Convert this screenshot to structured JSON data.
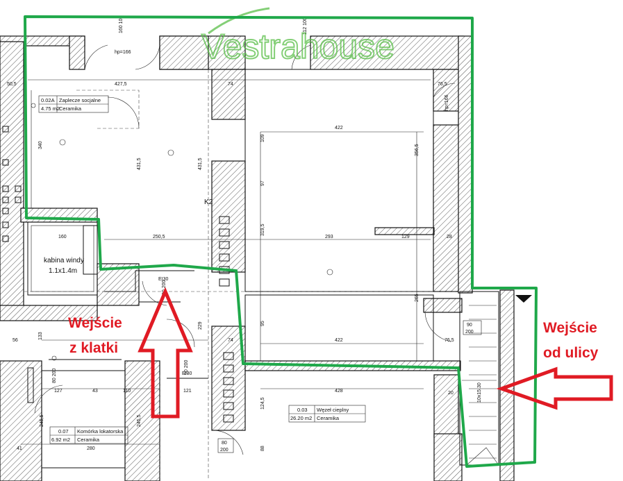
{
  "logo": {
    "text": "Vestrahouse",
    "color": "#5bbf4a"
  },
  "rooms": [
    {
      "id": "0.02A",
      "name": "Zaplecze socjalne",
      "area": "4.75 m2",
      "floor": "Ceramika"
    },
    {
      "id": "0.07",
      "name": "Komórka lokatorska",
      "area": "6.92 m2",
      "floor": "Ceramika"
    },
    {
      "id": "0.03",
      "name": "Węzeł cieplny",
      "area": "26.20 m2",
      "floor": "Ceramika"
    }
  ],
  "labels": {
    "elevator_line1": "kabina windy",
    "elevator_line2": "1.1x1.4m",
    "k2": "K2",
    "ei30_a": "EI30",
    "ei30_b": "EI30",
    "hp_a": "hp=166",
    "hp_b": "hp=166",
    "stairs": "10x15.30"
  },
  "annotations": {
    "from_staircase_line1": "Wejście",
    "from_staircase_line2": "z klatki",
    "from_street_line1": "Wejście",
    "from_street_line2": "od ulicy",
    "annotation_color": "#e01b24",
    "route_color": "#1fa84a"
  },
  "dimensions": {
    "d_160_100": "160 100",
    "d_112_100": "112 100",
    "d_50_5": "50,5",
    "d_427_5": "427,5",
    "d_74": "74",
    "d_76_5": "76,5",
    "d_422_top": "422",
    "d_340": "340",
    "d_431_5a": "431,5",
    "d_431_5b": "431,5",
    "d_109": "109",
    "d_97": "97",
    "d_356_5": "356,5",
    "d_319_5": "319,5",
    "d_160": "160",
    "d_250_5": "250,5",
    "d_293": "293",
    "d_129": "129",
    "d_28": "28",
    "d_95": "95",
    "d_265": "265",
    "d_422_bot": "422",
    "d_90_200a": "90",
    "d_90_200b": "200",
    "d_76_5b": "76,5",
    "d_56": "56",
    "d_133": "133",
    "d_229": "229",
    "d_74b": "74",
    "d_127": "127",
    "d_43": "43",
    "d_110": "110",
    "d_121": "121",
    "d_428": "428",
    "d_124_5": "124,5",
    "d_245_5a": "245,5",
    "d_245_5b": "245,5",
    "d_41": "41",
    "d_280": "280",
    "d_80_200a": "80",
    "d_80_200b": "200",
    "d_88": "88",
    "d_90_200c": "90 200",
    "d_90_200d": "90 200",
    "d_80_200c": "80 200",
    "d_20": "20"
  }
}
